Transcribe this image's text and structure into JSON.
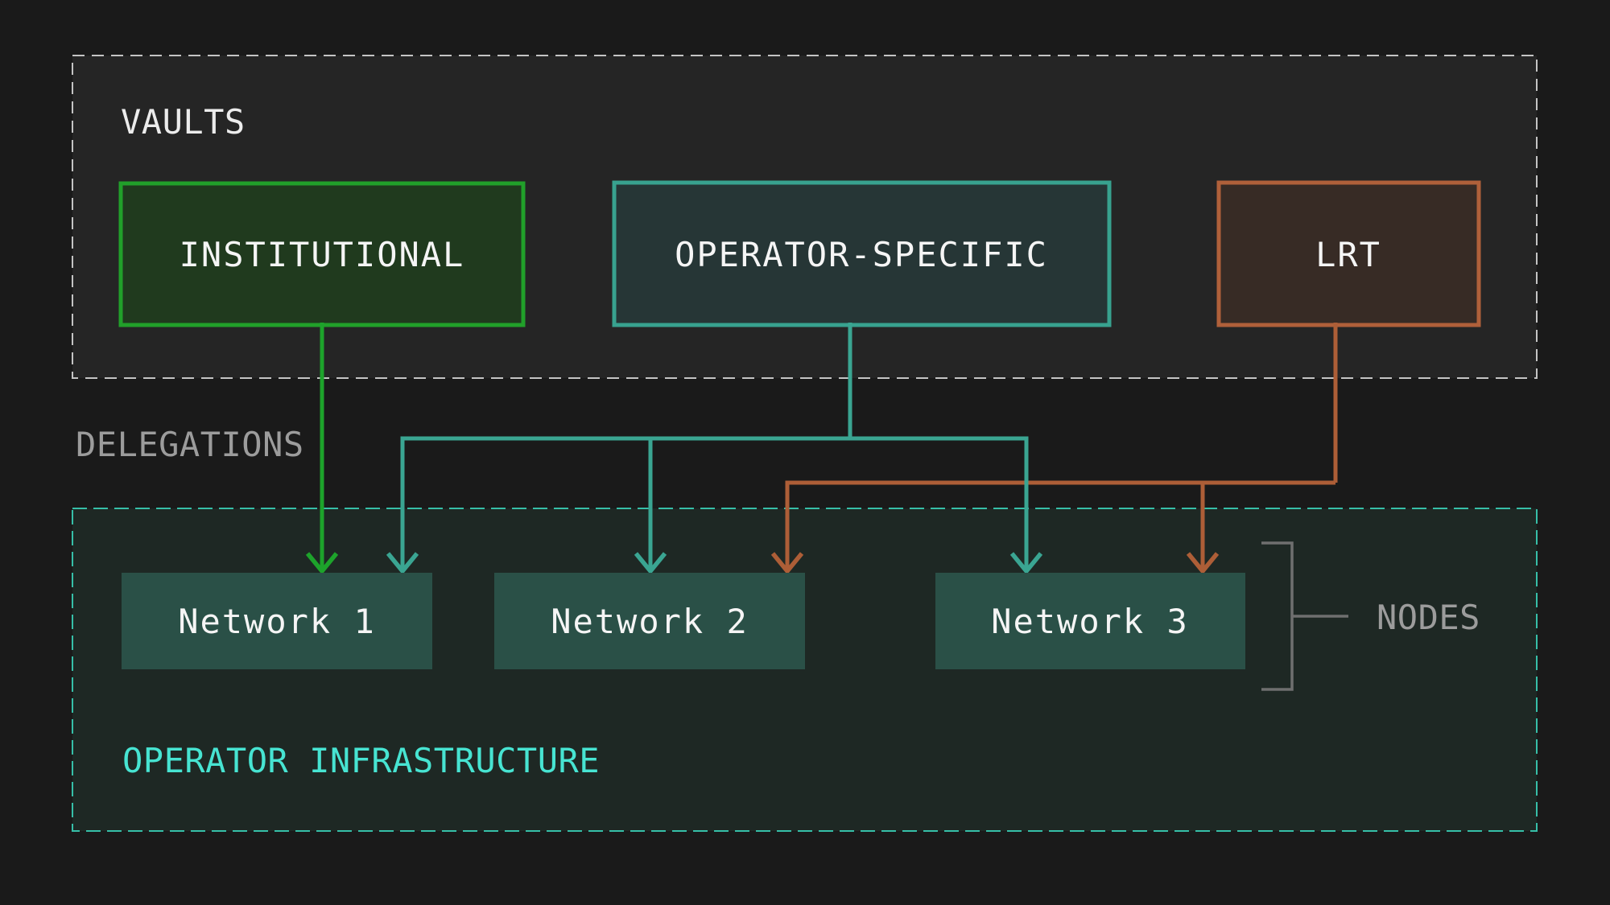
{
  "diagram": {
    "vaults": {
      "label": "VAULTS",
      "boxes": {
        "institutional": {
          "label": "INSTITUTIONAL"
        },
        "operator_specific": {
          "label": "OPERATOR-SPECIFIC"
        },
        "lrt": {
          "label": "LRT"
        }
      }
    },
    "delegations": {
      "label": "DELEGATIONS"
    },
    "infrastructure": {
      "label": "OPERATOR INFRASTRUCTURE",
      "networks": [
        {
          "label": "Network 1"
        },
        {
          "label": "Network 2"
        },
        {
          "label": "Network 3"
        }
      ],
      "nodes": {
        "label": "NODES"
      }
    }
  },
  "colors": {
    "page_bg": "#1a1a1a",
    "vaults_panel_bg": "#252525",
    "vaults_panel_border": "#c4c4c4",
    "infra_panel_bg": "#1e2824",
    "infra_panel_border": "#36bfa8",
    "institutional_fill": "#203a1e",
    "institutional_border": "#21a02a",
    "operator_fill": "#263636",
    "operator_border": "#38a28f",
    "lrt_fill": "#372b25",
    "lrt_border": "#b0603a",
    "network_fill": "#2a5047",
    "green_line": "#1da32b",
    "teal_line": "#3aa592",
    "orange_line": "#ad5e37",
    "bracket": "#6f6f6f",
    "label_white": "#ececec",
    "label_gray": "#9c9c9c",
    "label_cyan": "#47e4d2",
    "box_text": "#f5f5f5"
  }
}
